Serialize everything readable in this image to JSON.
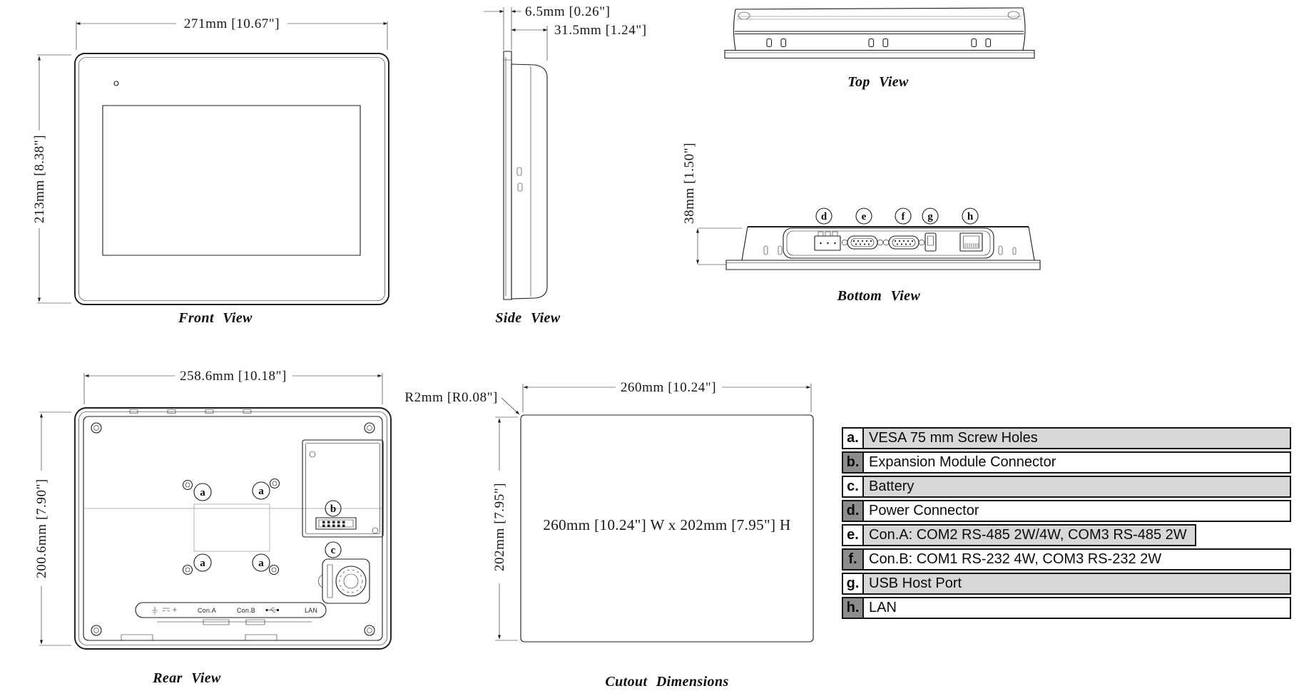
{
  "drawing": {
    "stroke_color": "#1d1d1d",
    "views": {
      "front": {
        "caption": "Front View",
        "width_dim": "271mm [10.67\"]",
        "height_dim": "213mm [8.38\"]"
      },
      "side": {
        "caption": "Side View",
        "bezel_dim": "6.5mm [0.26\"]",
        "depth_dim": "31.5mm [1.24\"]"
      },
      "top": {
        "caption": "Top View"
      },
      "bottom": {
        "caption": "Bottom View",
        "height_dim": "38mm [1.50\"]",
        "connector_labels": [
          "d",
          "e",
          "f",
          "g",
          "h"
        ]
      },
      "rear": {
        "caption": "Rear View",
        "width_dim": "258.6mm [10.18\"]",
        "height_dim": "200.6mm [7.90\"]",
        "vesa_label": "a",
        "expansion_label": "b",
        "battery_label": "c",
        "strip_labels": {
          "con_a": "Con.A",
          "con_b": "Con.B",
          "lan": "LAN"
        }
      },
      "cutout": {
        "caption": "Cutout Dimensions",
        "width_dim": "260mm [10.24\"]",
        "height_dim": "202mm [7.95\"]",
        "corner_radius_dim": "R2mm [R0.08\"]",
        "center_note": "260mm [10.24\"] W x 202mm [7.95\"] H"
      }
    }
  },
  "legend": {
    "colors": {
      "key_dark": "#8d8d8d",
      "row_shaded": "#d8d8d8",
      "row_white": "#ffffff",
      "border": "#141414"
    },
    "rows": [
      {
        "key": "a.",
        "desc": "VESA 75 mm Screw Holes"
      },
      {
        "key": "b.",
        "desc": "Expansion Module Connector"
      },
      {
        "key": "c.",
        "desc": "Battery"
      },
      {
        "key": "d.",
        "desc": "Power Connector"
      },
      {
        "key": "e.",
        "desc": "Con.A: COM2 RS-485 2W/4W, COM3 RS-485 2W"
      },
      {
        "key": "f.",
        "desc": "Con.B: COM1 RS-232 4W, COM3 RS-232 2W"
      },
      {
        "key": "g.",
        "desc": "USB Host Port"
      },
      {
        "key": "h.",
        "desc": "LAN"
      }
    ]
  }
}
